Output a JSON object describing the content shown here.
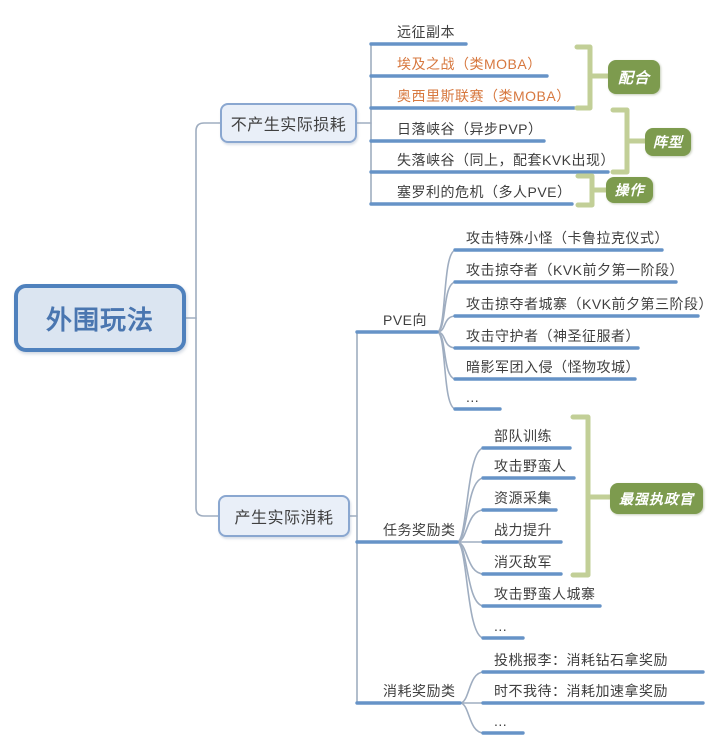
{
  "root": {
    "label": "外围玩法"
  },
  "branches": [
    {
      "label": "不产生实际损耗",
      "children": [
        {
          "label": "远征副本"
        },
        {
          "label": "埃及之战（类MOBA）",
          "highlight": "orange"
        },
        {
          "label": "奥西里斯联赛（类MOBA）",
          "highlight": "orange"
        },
        {
          "label": "日落峡谷（异步PVP）"
        },
        {
          "label": "失落峡谷（同上，配套KVK出现）"
        },
        {
          "label": "塞罗利的危机（多人PVE）"
        }
      ]
    },
    {
      "label": "产生实际消耗",
      "groups": [
        {
          "label": "PVE向",
          "children": [
            {
              "label": "攻击特殊小怪（卡鲁拉克仪式）"
            },
            {
              "label": "攻击掠夺者（KVK前夕第一阶段）"
            },
            {
              "label": "攻击掠夺者城寨（KVK前夕第三阶段）"
            },
            {
              "label": "攻击守护者（神圣征服者）"
            },
            {
              "label": "暗影军团入侵（怪物攻城）"
            },
            {
              "label": "..."
            }
          ]
        },
        {
          "label": "任务奖励类",
          "children": [
            {
              "label": "部队训练"
            },
            {
              "label": "攻击野蛮人"
            },
            {
              "label": "资源采集"
            },
            {
              "label": "战力提升"
            },
            {
              "label": "消灭敌军"
            },
            {
              "label": "攻击野蛮人城寨"
            },
            {
              "label": "..."
            }
          ]
        },
        {
          "label": "消耗奖励类",
          "children": [
            {
              "label": "投桃报李：消耗钻石拿奖励"
            },
            {
              "label": "时不我待：消耗加速拿奖励"
            },
            {
              "label": "..."
            }
          ]
        }
      ]
    }
  ],
  "annotations": [
    {
      "label": "配合"
    },
    {
      "label": "阵型"
    },
    {
      "label": "操作"
    },
    {
      "label": "最强执政官"
    }
  ],
  "colors": {
    "root_border": "#4f81bd",
    "root_fill": "#dbe5f1",
    "branch_fill": "#e9eff8",
    "branch_border": "#8aa7d0",
    "underline_blue": "#6693c7",
    "connector_gray": "#9fadc0",
    "orange_text": "#d7783f",
    "dark_text": "#3f3f3f",
    "bracket_green": "#c2cf97",
    "label_green_fill": "#7d9b4e",
    "label_text": "#ffffff"
  }
}
